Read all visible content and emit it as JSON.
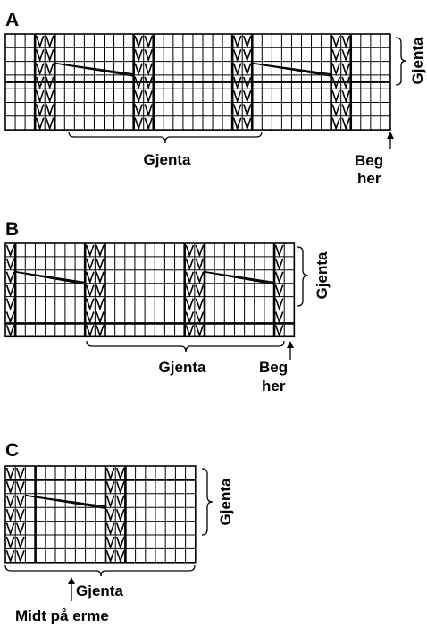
{
  "panels": [
    {
      "letter": "A",
      "repeat_label_bottom": "Gjenta",
      "repeat_label_side": "Gjenta",
      "start_label_line1": "Beg",
      "start_label_line2": "her"
    },
    {
      "letter": "B",
      "repeat_label_bottom": "Gjenta",
      "repeat_label_side": "Gjenta",
      "start_label_line1": "Beg",
      "start_label_line2": "her"
    },
    {
      "letter": "C",
      "repeat_label_bottom": "Gjenta",
      "repeat_label_side": "Gjenta",
      "center_label": "Midt på erme"
    }
  ],
  "colors": {
    "ink": "#000000",
    "paper": "#ffffff"
  }
}
